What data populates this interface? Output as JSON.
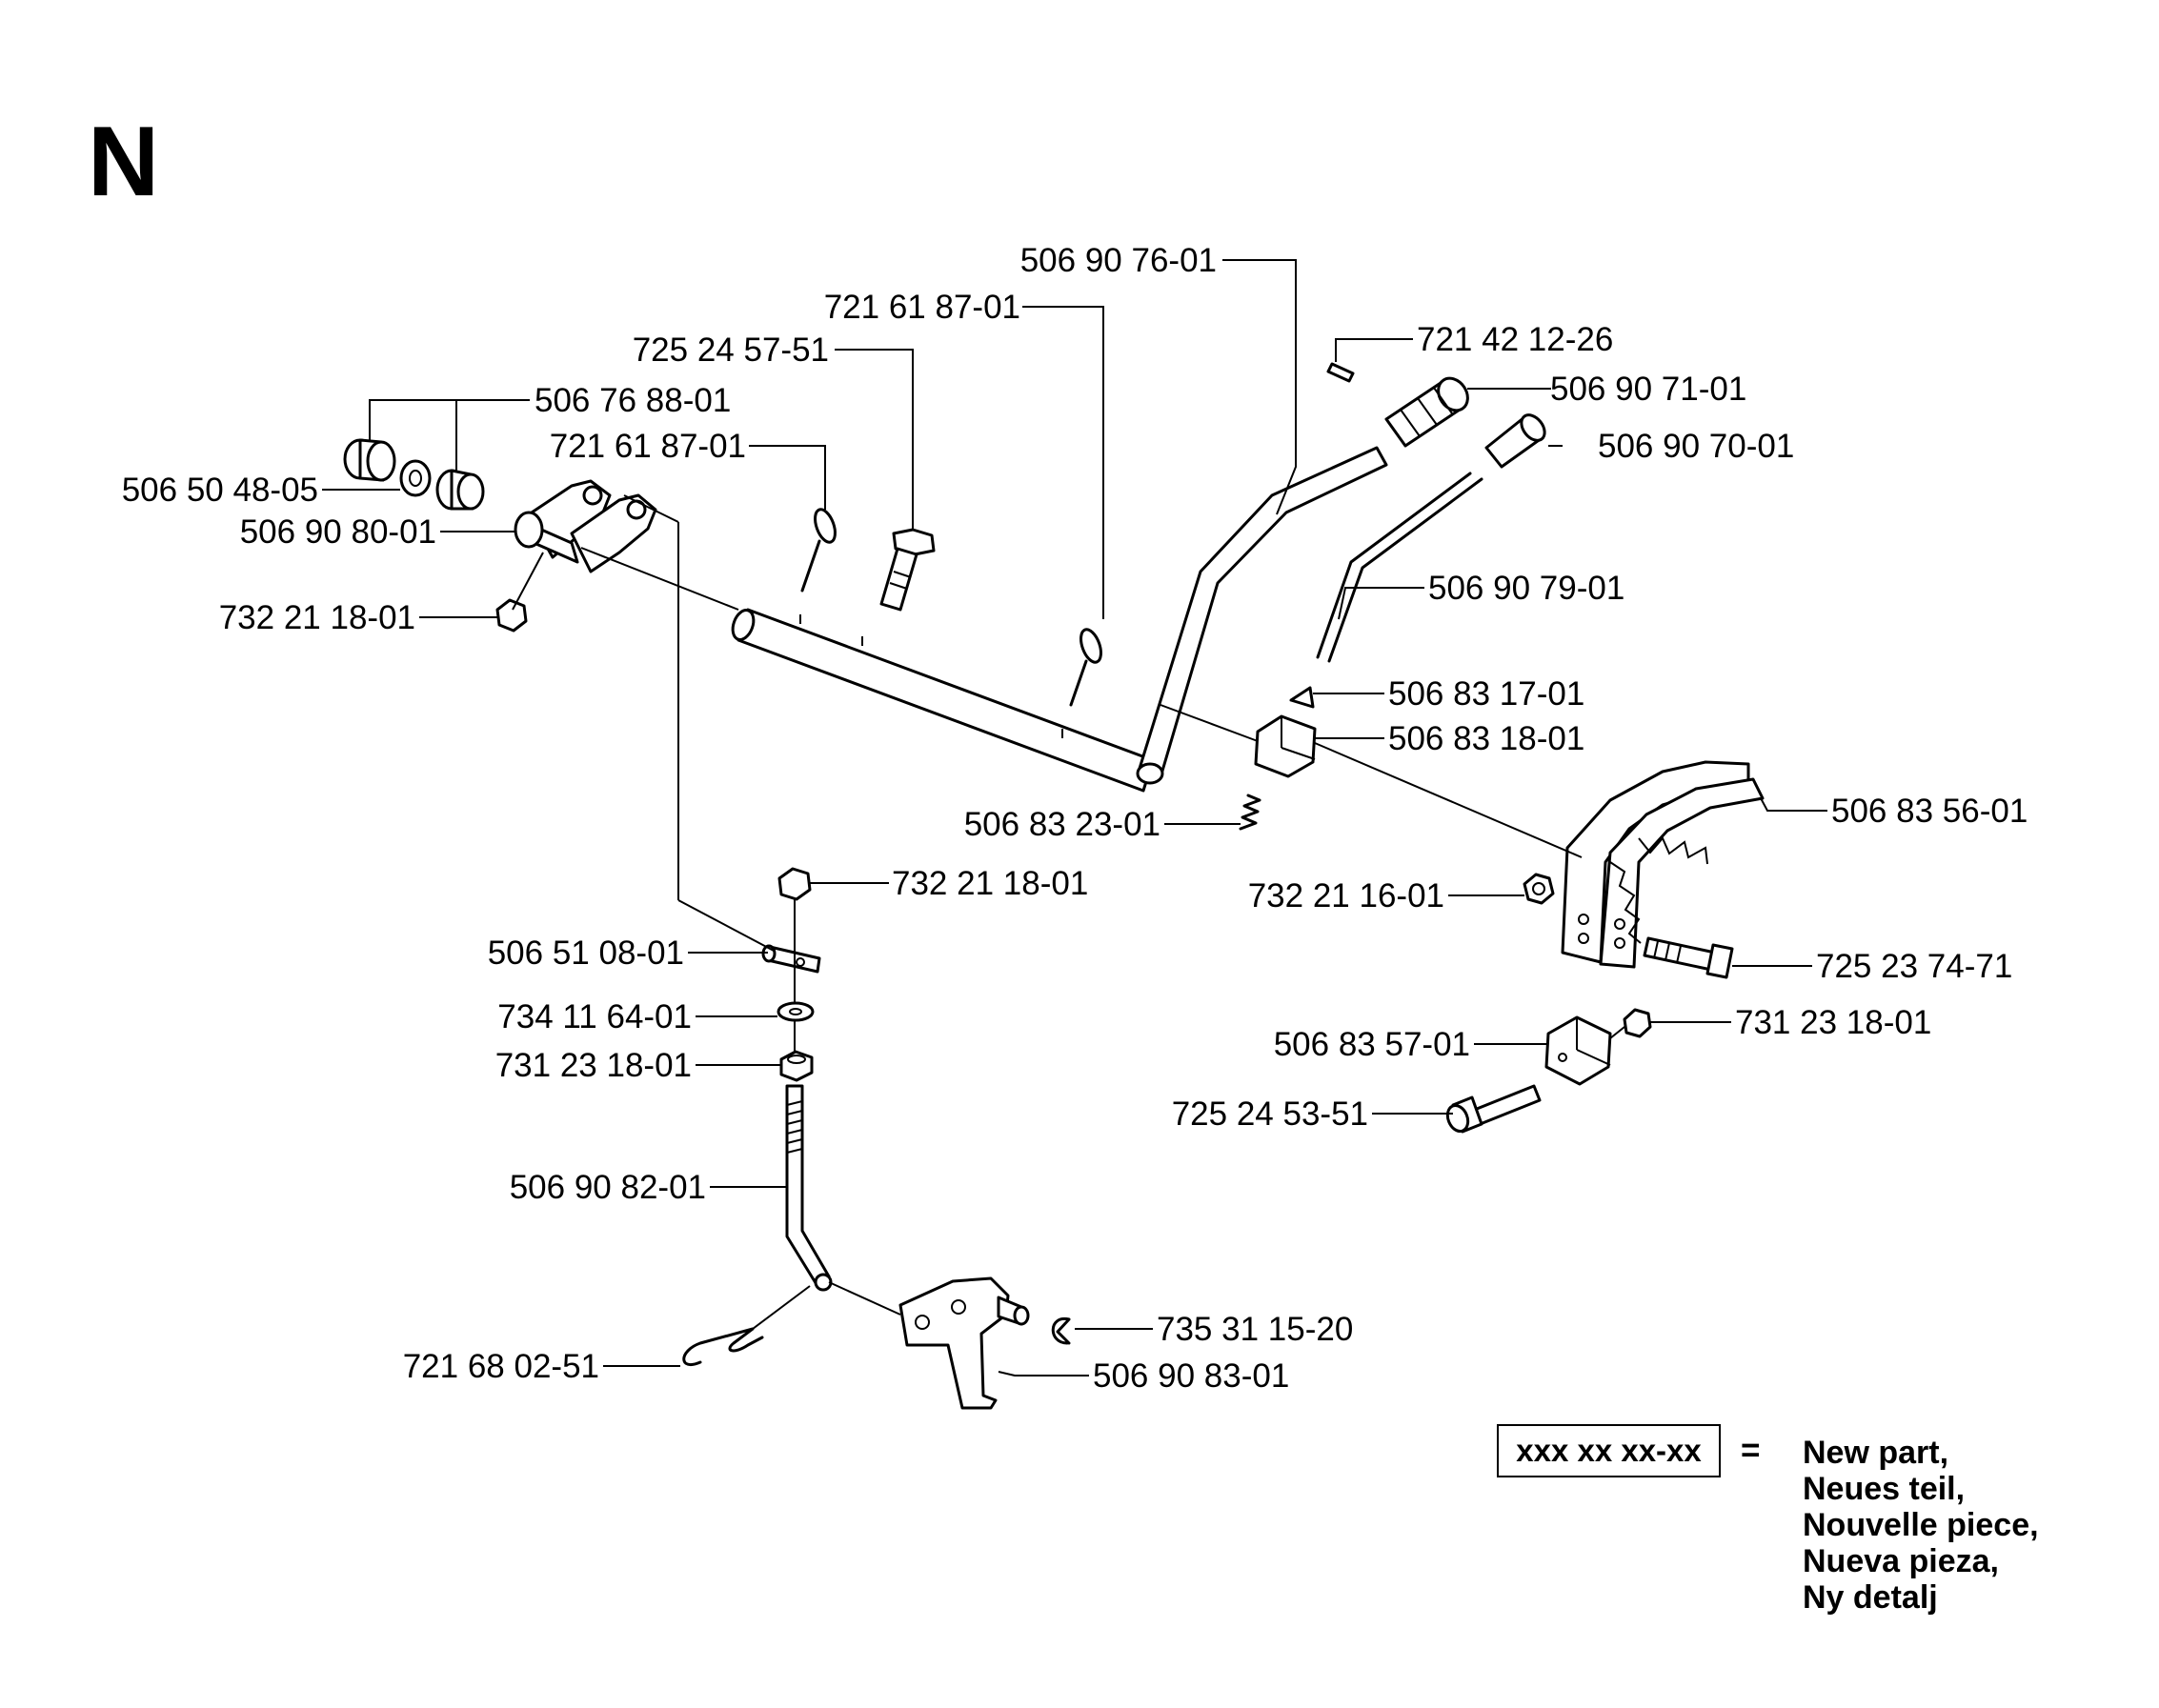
{
  "diagram": {
    "section_letter": "N",
    "callouts": [
      "506 90 76-01",
      "721 61 87-01",
      "721 42 12-26",
      "725 24 57-51",
      "506 90 71-01",
      "506 76 88-01",
      "506 90 70-01",
      "721 61 87-01",
      "506 50 48-05",
      "506 90 80-01",
      "506 90 79-01",
      "732 21 18-01",
      "506 83 17-01",
      "506 83 18-01",
      "506 83 56-01",
      "506 83 23-01",
      "732 21 18-01",
      "732 21 16-01",
      "506 51 08-01",
      "725 23 74-71",
      "734 11 64-01",
      "731 23 18-01",
      "731 23 18-01",
      "506 83 57-01",
      "725 24 53-51",
      "506 90 82-01",
      "735 31 15-20",
      "721 68 02-51",
      "506 90 83-01"
    ]
  },
  "legend": {
    "new_part_box": "xxx xx xx-xx",
    "equals": "=",
    "lines": [
      "New part,",
      "Neues teil,",
      "Nouvelle piece,",
      "Nueva pieza,",
      "Ny detalj"
    ]
  }
}
